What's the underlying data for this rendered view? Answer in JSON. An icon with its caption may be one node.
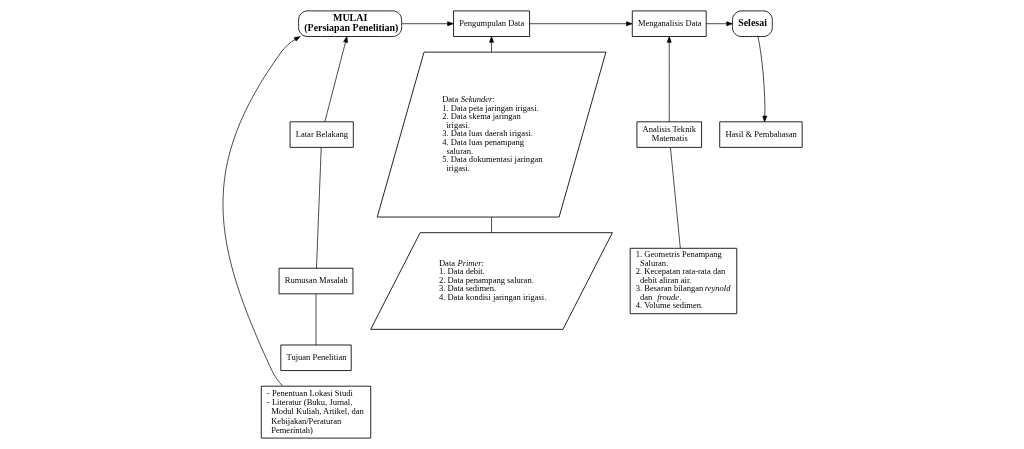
{
  "diagram": {
    "nodes": [
      {
        "text": [
          "MULAI",
          "(Persiapan Penelitian)"
        ]
      },
      {
        "text": [
          "Pengumpulan Data"
        ]
      },
      {
        "text": [
          "Menganalisis Data"
        ]
      },
      {
        "text": [
          "Selesai"
        ]
      },
      {
        "text": [
          "Latar Belakang"
        ]
      },
      {
        "text": [
          "Rumusan Masalah"
        ]
      },
      {
        "text": [
          "Tujuan Penelitian"
        ]
      },
      {
        "text": [
          "- Penentuan Lokasi Studi",
          "- Literatur (Buku, Jurnal, Modul Kuliah, Artikel, dan Kebijakan/Peraturan Pemerintah)"
        ]
      },
      {
        "text": [
          "Data *Sekunder*:",
          "1. Data peta jaringan irigasi.",
          "2. Data skema jaringan irigasi.",
          "3. Data luas daerah irigasi.",
          "4. Data luas penampang saluran.",
          "5. Data dokumentasi jaringan irigasi."
        ]
      },
      {
        "text": [
          "Data *Primer*:",
          "1. Data debit.",
          "2. Data penampang saluran.",
          "3. Data sedimen.",
          "4. Data kondisi jaringan irigasi."
        ]
      },
      {
        "text": [
          "Analisis Teknik Matematis"
        ]
      },
      {
        "text": [
          "1. Geometris Penampang Saluran.",
          "2. Kecepatan rata-rata dan debit aliran air.",
          "3. Besaran bilangan *reynold* dan *froude*.",
          "4. Volume sedimen."
        ]
      },
      {
        "text": [
          "Hasil & Pembahasan"
        ]
      }
    ],
    "edges": [
      {
        "from": 0,
        "to": 1,
        "arrow": "to"
      },
      {
        "from": 1,
        "to": 2,
        "arrow": "to"
      },
      {
        "from": 2,
        "to": 3,
        "arrow": "to"
      },
      {
        "from": 4,
        "to": 0,
        "arrow": "to"
      },
      {
        "from": 5,
        "to": 4,
        "arrow": "none"
      },
      {
        "from": 6,
        "to": 5,
        "arrow": "none"
      },
      {
        "from": 7,
        "to": 0,
        "arrow": "to"
      },
      {
        "from": 8,
        "to": 1,
        "arrow": "to"
      },
      {
        "from": 9,
        "to": 8,
        "arrow": "none"
      },
      {
        "from": 10,
        "to": 2,
        "arrow": "to"
      },
      {
        "from": 11,
        "to": 10,
        "arrow": "none"
      },
      {
        "from": 3,
        "to": 12,
        "arrow": "to"
      }
    ]
  }
}
